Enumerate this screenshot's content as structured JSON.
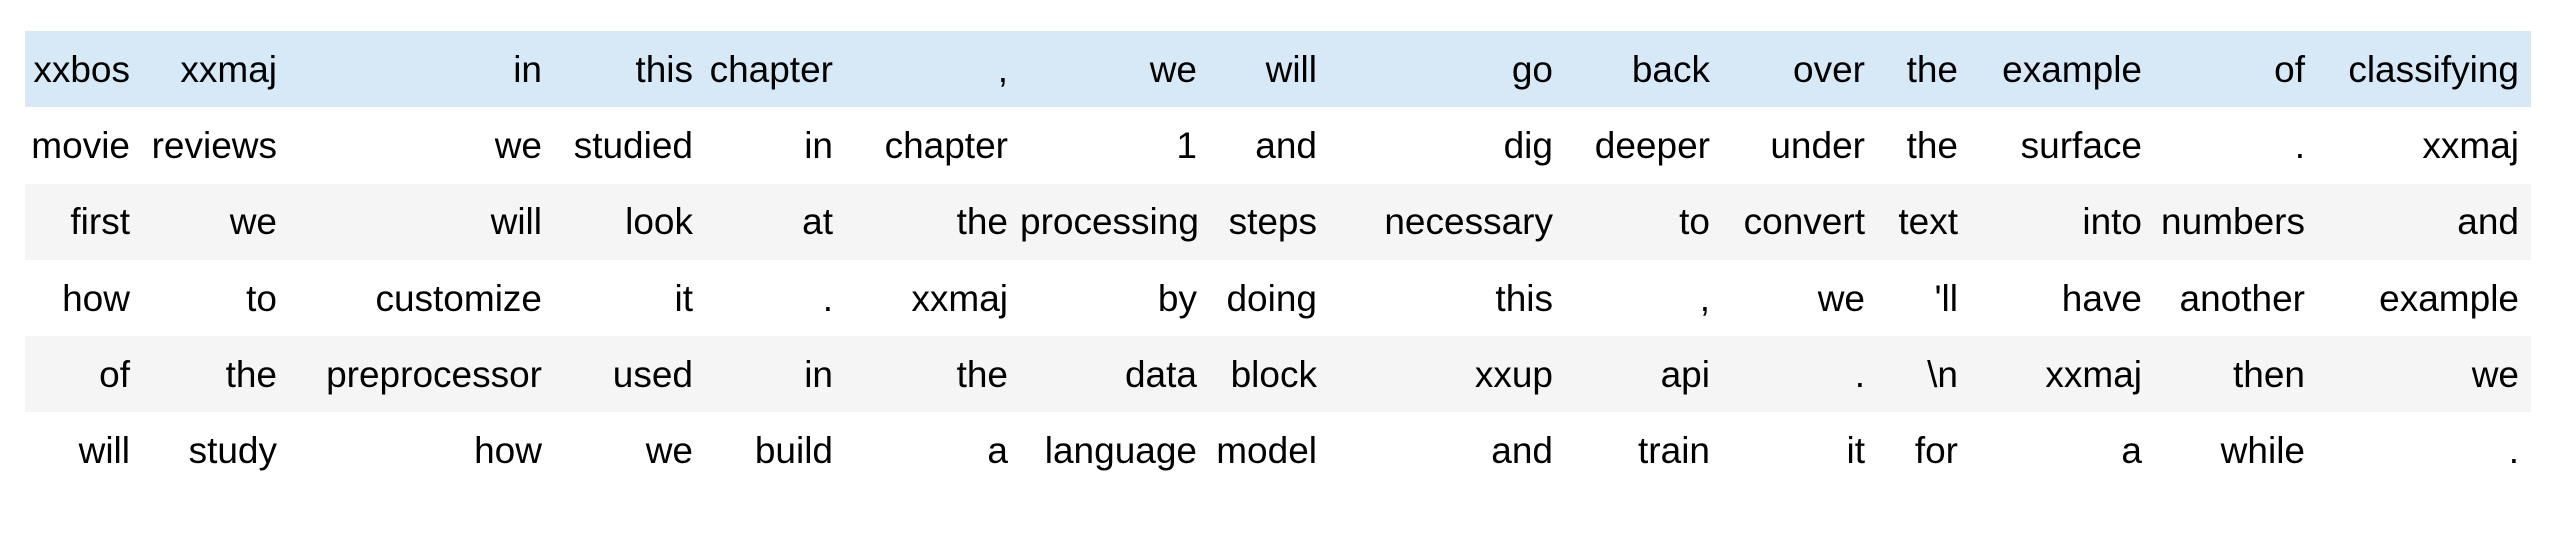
{
  "table": {
    "kind": "tokenized-text-batch",
    "columns": 15,
    "colors": {
      "highlight_row_background": "#d7e9f7",
      "stripe_row_background": "#f5f5f5",
      "plain_row_background": "#ffffff",
      "text": "#000000"
    },
    "rows": [
      {
        "highlighted": true,
        "tokens": [
          "xxbos",
          "xxmaj",
          "in",
          "this",
          "chapter",
          ",",
          "we",
          "will",
          "go",
          "back",
          "over",
          "the",
          "example",
          "of",
          "classifying"
        ]
      },
      {
        "highlighted": false,
        "tokens": [
          "movie",
          "reviews",
          "we",
          "studied",
          "in",
          "chapter",
          "1",
          "and",
          "dig",
          "deeper",
          "under",
          "the",
          "surface",
          ".",
          "xxmaj"
        ]
      },
      {
        "highlighted": false,
        "tokens": [
          "first",
          "we",
          "will",
          "look",
          "at",
          "the",
          "processing",
          "steps",
          "necessary",
          "to",
          "convert",
          "text",
          "into",
          "numbers",
          "and"
        ]
      },
      {
        "highlighted": false,
        "tokens": [
          "how",
          "to",
          "customize",
          "it",
          ".",
          "xxmaj",
          "by",
          "doing",
          "this",
          ",",
          "we",
          "'ll",
          "have",
          "another",
          "example"
        ]
      },
      {
        "highlighted": false,
        "tokens": [
          "of",
          "the",
          "preprocessor",
          "used",
          "in",
          "the",
          "data",
          "block",
          "xxup",
          "api",
          ".",
          "\\n",
          "xxmaj",
          "then",
          "we"
        ]
      },
      {
        "highlighted": false,
        "tokens": [
          "will",
          "study",
          "how",
          "we",
          "build",
          "a",
          "language",
          "model",
          "and",
          "train",
          "it",
          "for",
          "a",
          "while",
          "."
        ]
      }
    ]
  }
}
